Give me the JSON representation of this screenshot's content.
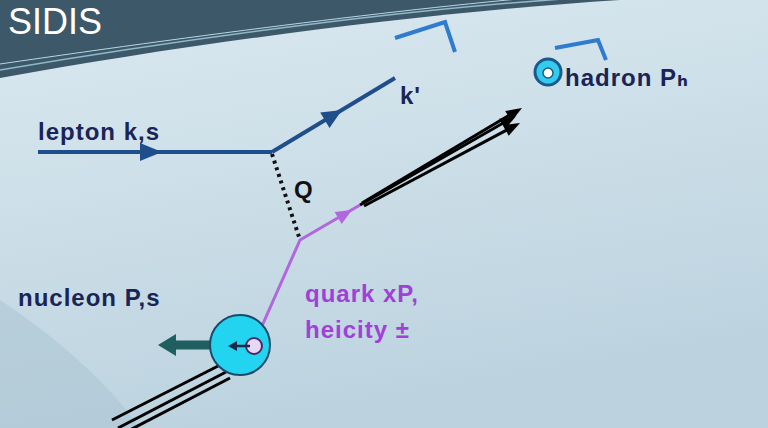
{
  "diagram": {
    "title": "SIDIS",
    "labels": [
      "lepton k,s",
      "k'",
      "Q",
      "hadron Pₕ",
      "nucleon P,s",
      "quark xP, heicity ±"
    ]
  }
}
